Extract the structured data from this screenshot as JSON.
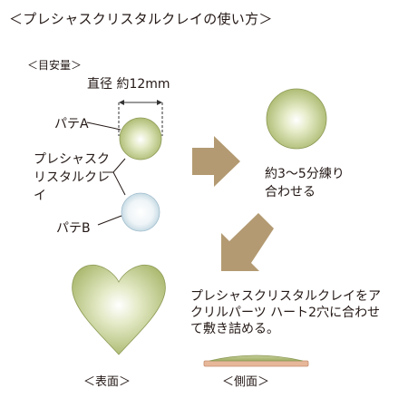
{
  "title": "＜プレシャスクリスタルクレイの使い方＞",
  "guide": {
    "section_label": "＜目安量＞",
    "dimension_label": "直径 約12mm",
    "paste_a_label": "パテA",
    "material_label": "プレシャスクリスタルクレイ",
    "paste_b_label": "パテB"
  },
  "mix": {
    "text": "約3～5分練り合わせる"
  },
  "instruction": {
    "text": "プレシャスクリスタルクレイをアクリルパーツ ハート2穴に合わせて敷き詰める。"
  },
  "views": {
    "front_label": "＜表面＞",
    "side_label": "＜側面＞"
  },
  "colors": {
    "paste_a_green": "#b3c27a",
    "paste_b_blue": "#c9dde6",
    "arrow_brown": "#b39a72",
    "base_pink": "#e7b79a"
  }
}
